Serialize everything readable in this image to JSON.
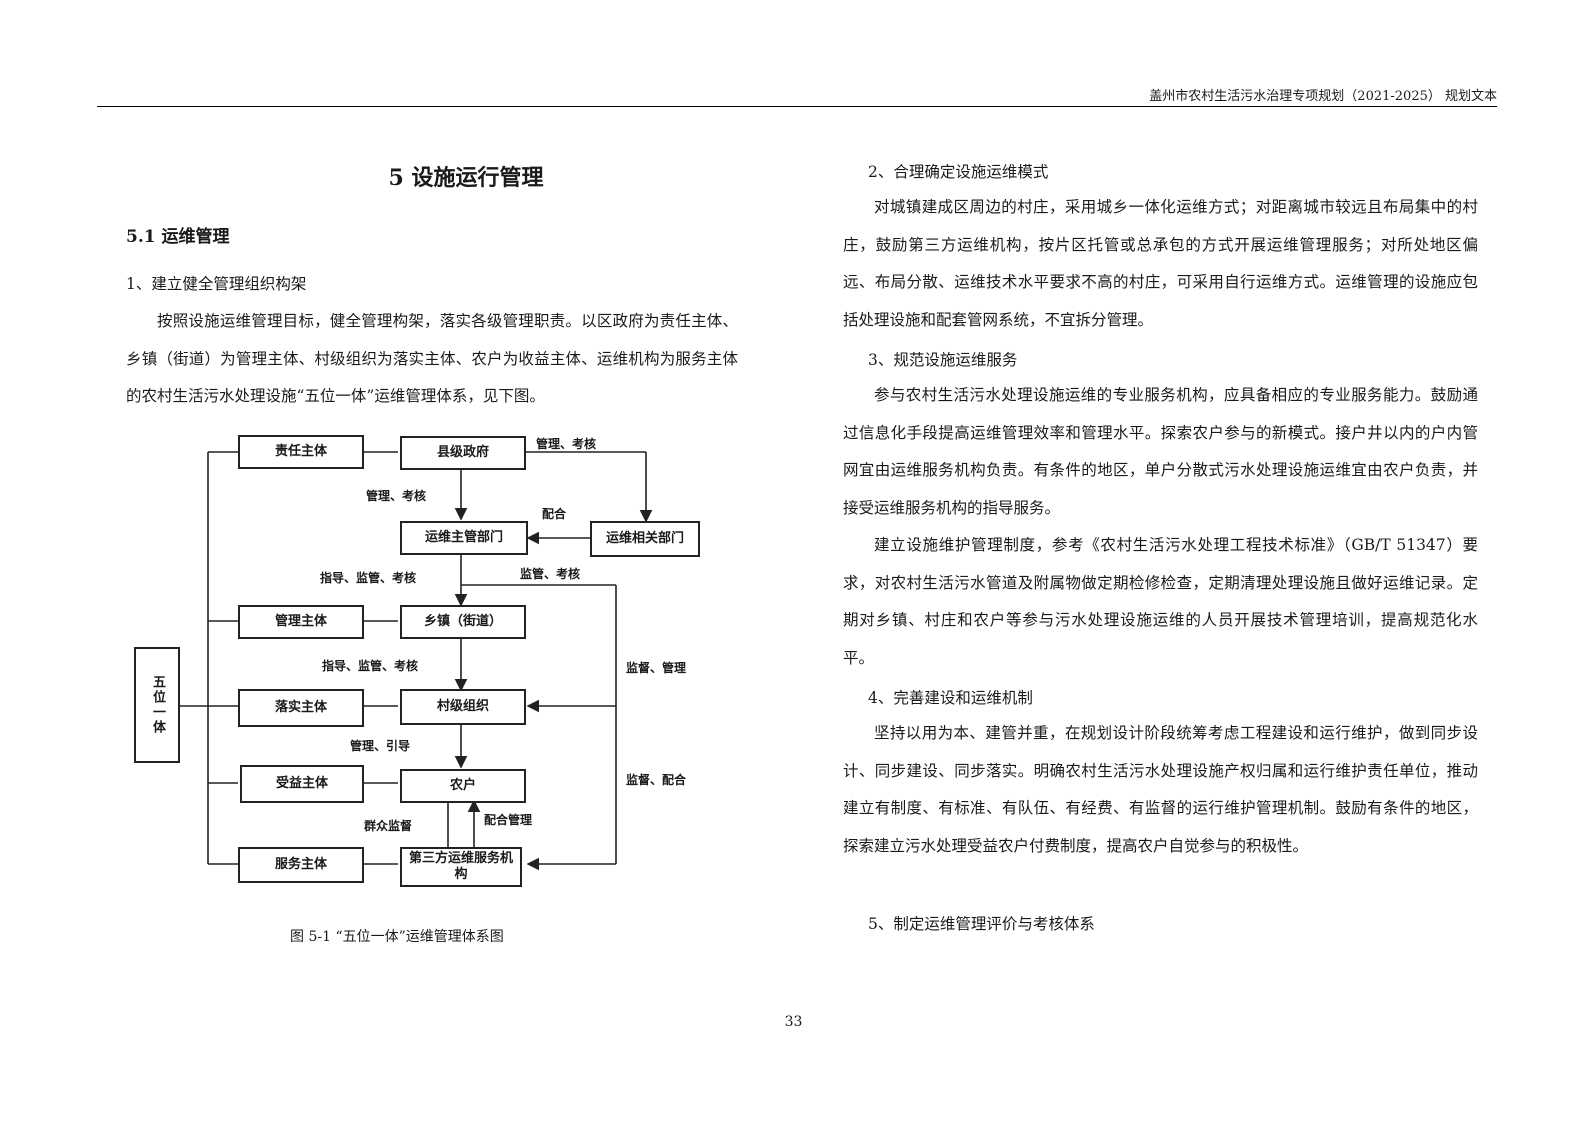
{
  "header": {
    "running_title": "盖州市农村生活污水治理专项规划（2021-2025） 规划文本"
  },
  "chapter": {
    "title": "5  设施运行管理"
  },
  "section": {
    "title": "5.1  运维管理"
  },
  "left": {
    "item1_heading": "1、建立健全管理组织构架",
    "item1_body": "按照设施运维管理目标，健全管理构架，落实各级管理职责。以区政府为责任主体、乡镇（街道）为管理主体、村级组织为落实主体、农户为收益主体、运维机构为服务主体的农村生活污水处理设施“五位一体”运维管理体系，见下图。"
  },
  "figure": {
    "caption": "图 5-1 “五位一体”运维管理体系图",
    "boxes": {
      "wuwei": "五位一体",
      "zeren": "责任主体",
      "guanli": "管理主体",
      "luoshi": "落实主体",
      "shouyi": "受益主体",
      "fuwu": "服务主体",
      "xianji": "县级政府",
      "zhuguan": "运维主管部门",
      "xiangguan": "运维相关部门",
      "xiangzhen": "乡镇（街道）",
      "cunji": "村级组织",
      "nonghu": "农户",
      "disanfang": "第三方运维服务机构"
    },
    "labels": {
      "guanli_kaohe_top": "管理、考核",
      "guanli_kaohe": "管理、考核",
      "peihe": "配合",
      "zhidao_jianguan_kaohe_1": "指导、监管、考核",
      "jianguan_kaohe": "监管、考核",
      "zhidao_jianguan_kaohe_2": "指导、监管、考核",
      "jiandu_guanli": "监督、管理",
      "guanli_yindao": "管理、引导",
      "jiandu_peihe": "监督、配合",
      "qunzhong_jiandu": "群众监督",
      "peihe_guanli": "配合管理"
    }
  },
  "right": {
    "item2_heading": "2、合理确定设施运维模式",
    "item2_body": "对城镇建成区周边的村庄，采用城乡一体化运维方式；对距离城市较远且布局集中的村庄，鼓励第三方运维机构，按片区托管或总承包的方式开展运维管理服务；对所处地区偏远、布局分散、运维技术水平要求不高的村庄，可采用自行运维方式。运维管理的设施应包括处理设施和配套管网系统，不宜拆分管理。",
    "item3_heading": "3、规范设施运维服务",
    "item3_body1": "参与农村生活污水处理设施运维的专业服务机构，应具备相应的专业服务能力。鼓励通过信息化手段提高运维管理效率和管理水平。探索农户参与的新模式。接户井以内的户内管网宜由运维服务机构负责。有条件的地区，单户分散式污水处理设施运维宜由农户负责，并接受运维服务机构的指导服务。",
    "item3_body2": "建立设施维护管理制度，参考《农村生活污水处理工程技术标准》（GB/T 51347）要求，对农村生活污水管道及附属物做定期检修检查，定期清理处理设施且做好运维记录。定期对乡镇、村庄和农户等参与污水处理设施运维的人员开展技术管理培训，提高规范化水平。",
    "item4_heading": "4、完善建设和运维机制",
    "item4_body": "坚持以用为本、建管并重，在规划设计阶段统筹考虑工程建设和运行维护，做到同步设计、同步建设、同步落实。明确农村生活污水处理设施产权归属和运行维护责任单位，推动建立有制度、有标准、有队伍、有经费、有监督的运行维护管理机制。鼓励有条件的地区，探索建立污水处理受益农户付费制度，提高农户自觉参与的积极性。",
    "item5_heading": "5、制定运维管理评价与考核体系"
  },
  "footer": {
    "page_number": "33"
  }
}
